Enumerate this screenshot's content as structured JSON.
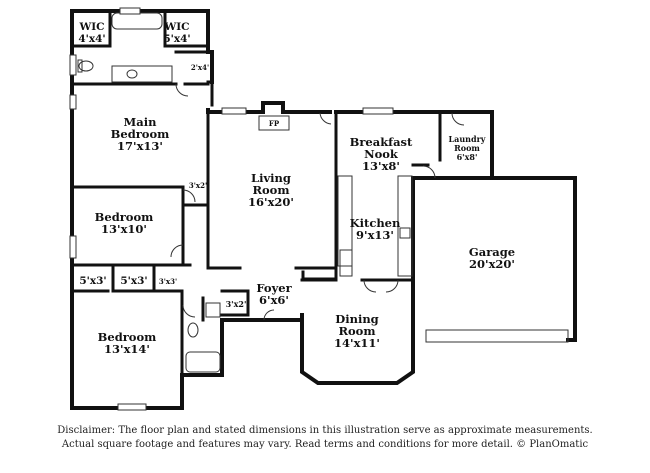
{
  "rooms": {
    "wic1": {
      "name": "WIC",
      "dims": "4'x4'"
    },
    "wic2": {
      "name": "WIC",
      "dims": "5'x4'"
    },
    "closet_2x4": {
      "dims": "2'x4'"
    },
    "main_bedroom": {
      "name": "Main Bedroom",
      "name_l1": "Main",
      "name_l2": "Bedroom",
      "dims": "17'x13'"
    },
    "hall_3x2": {
      "dims": "3'x2'"
    },
    "bedroom2": {
      "name": "Bedroom",
      "dims": "13'x10'"
    },
    "closet_5x3_a": {
      "dims": "5'x3'"
    },
    "closet_5x3_b": {
      "dims": "5'x3'"
    },
    "closet_3x3": {
      "dims": "3'x3'"
    },
    "bedroom3": {
      "name": "Bedroom",
      "dims": "13'x14'"
    },
    "living_room": {
      "name": "Living Room",
      "name_l1": "Living",
      "name_l2": "Room",
      "dims": "16'x20'"
    },
    "fireplace": {
      "label": "FP"
    },
    "breakfast_nook": {
      "name": "Breakfast Nook",
      "name_l1": "Breakfast",
      "name_l2": "Nook",
      "dims": "13'x8'"
    },
    "laundry_room": {
      "name": "Laundry Room",
      "name_l1": "Laundry",
      "name_l2": "Room",
      "dims": "6'x8'"
    },
    "kitchen": {
      "name": "Kitchen",
      "dims": "9'x13'"
    },
    "garage": {
      "name": "Garage",
      "dims": "20'x20'"
    },
    "foyer": {
      "name": "Foyer",
      "dims": "6'x6'"
    },
    "closet_3x2b": {
      "dims": "3'x2'"
    },
    "dining_room": {
      "name": "Dining Room",
      "name_l1": "Dining",
      "name_l2": "Room",
      "dims": "14'x11'"
    }
  },
  "disclaimer": {
    "line1": "Disclaimer: The floor plan and stated dimensions in this illustration serve as approximate measurements.",
    "line2": "Actual square footage and features may vary. Read terms and conditions for more detail. © PlanOmatic"
  }
}
